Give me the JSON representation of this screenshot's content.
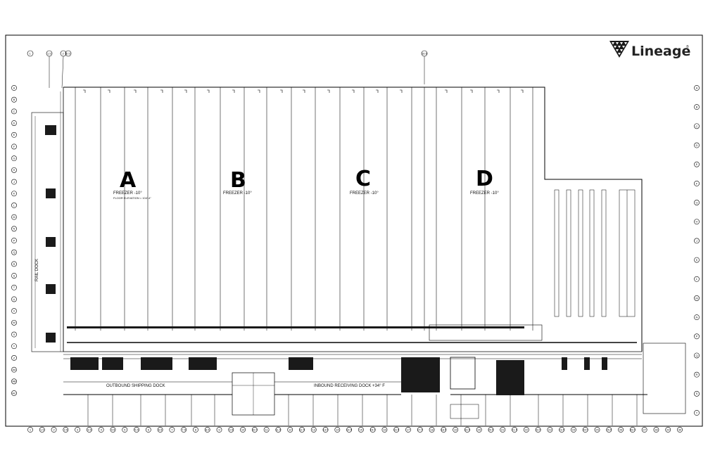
{
  "logo": {
    "text": "Lineage",
    "trademark": "®"
  },
  "zones": [
    {
      "letter": "A",
      "label": "FREEZER -10°",
      "note": "FLOOR ELEVATION = 104'-4\""
    },
    {
      "letter": "B",
      "label": "FREEZER -10°",
      "note": ""
    },
    {
      "letter": "C",
      "label": "FREEZER -10°",
      "note": ""
    },
    {
      "letter": "D",
      "label": "FREEZER -10°",
      "note": ""
    }
  ],
  "docks": {
    "rail": "RAIL DOCK",
    "outbound": "OUTBOUND SHIPPING DOCK",
    "inbound": "INBOUND RECEIVING DOCK +34° F"
  },
  "grid": {
    "top_marks": [
      "1",
      "1.5",
      "2",
      "2.5"
    ],
    "top_mid_mark": "16.5",
    "bottom_marks": [
      "1",
      "1.5",
      "2",
      "2.5",
      "3",
      "3.5",
      "4",
      "4.5",
      "5",
      "5.5",
      "6",
      "6.5",
      "7",
      "7.5",
      "8",
      "8.5",
      "9",
      "9.5",
      "10",
      "10.5",
      "11",
      "11.5",
      "12",
      "12.5",
      "13",
      "13.5",
      "14",
      "14.5",
      "15",
      "15.5",
      "16",
      "16.5",
      "17",
      "17.5",
      "18",
      "18.5",
      "19",
      "19.5",
      "20",
      "20.5",
      "21",
      "21.5",
      "22",
      "22.5",
      "23",
      "23.5",
      "24",
      "24.5",
      "25",
      "25.5",
      "26",
      "26.5",
      "27",
      "28",
      "29",
      "30"
    ],
    "left_marks": [
      "A",
      "B",
      "C",
      "D",
      "E",
      "F",
      "G",
      "H",
      "J",
      "K",
      "L",
      "M",
      "N",
      "P",
      "Q",
      "R",
      "S",
      "T",
      "U",
      "V",
      "W",
      "X",
      "Y",
      "Z",
      "AA",
      "AB",
      "AC"
    ],
    "right_marks": [
      "A",
      "B",
      "C",
      "D",
      "E",
      "F",
      "G",
      "H",
      "J",
      "K",
      "L",
      "M",
      "N",
      "P",
      "Q",
      "R",
      "S",
      "T"
    ]
  }
}
